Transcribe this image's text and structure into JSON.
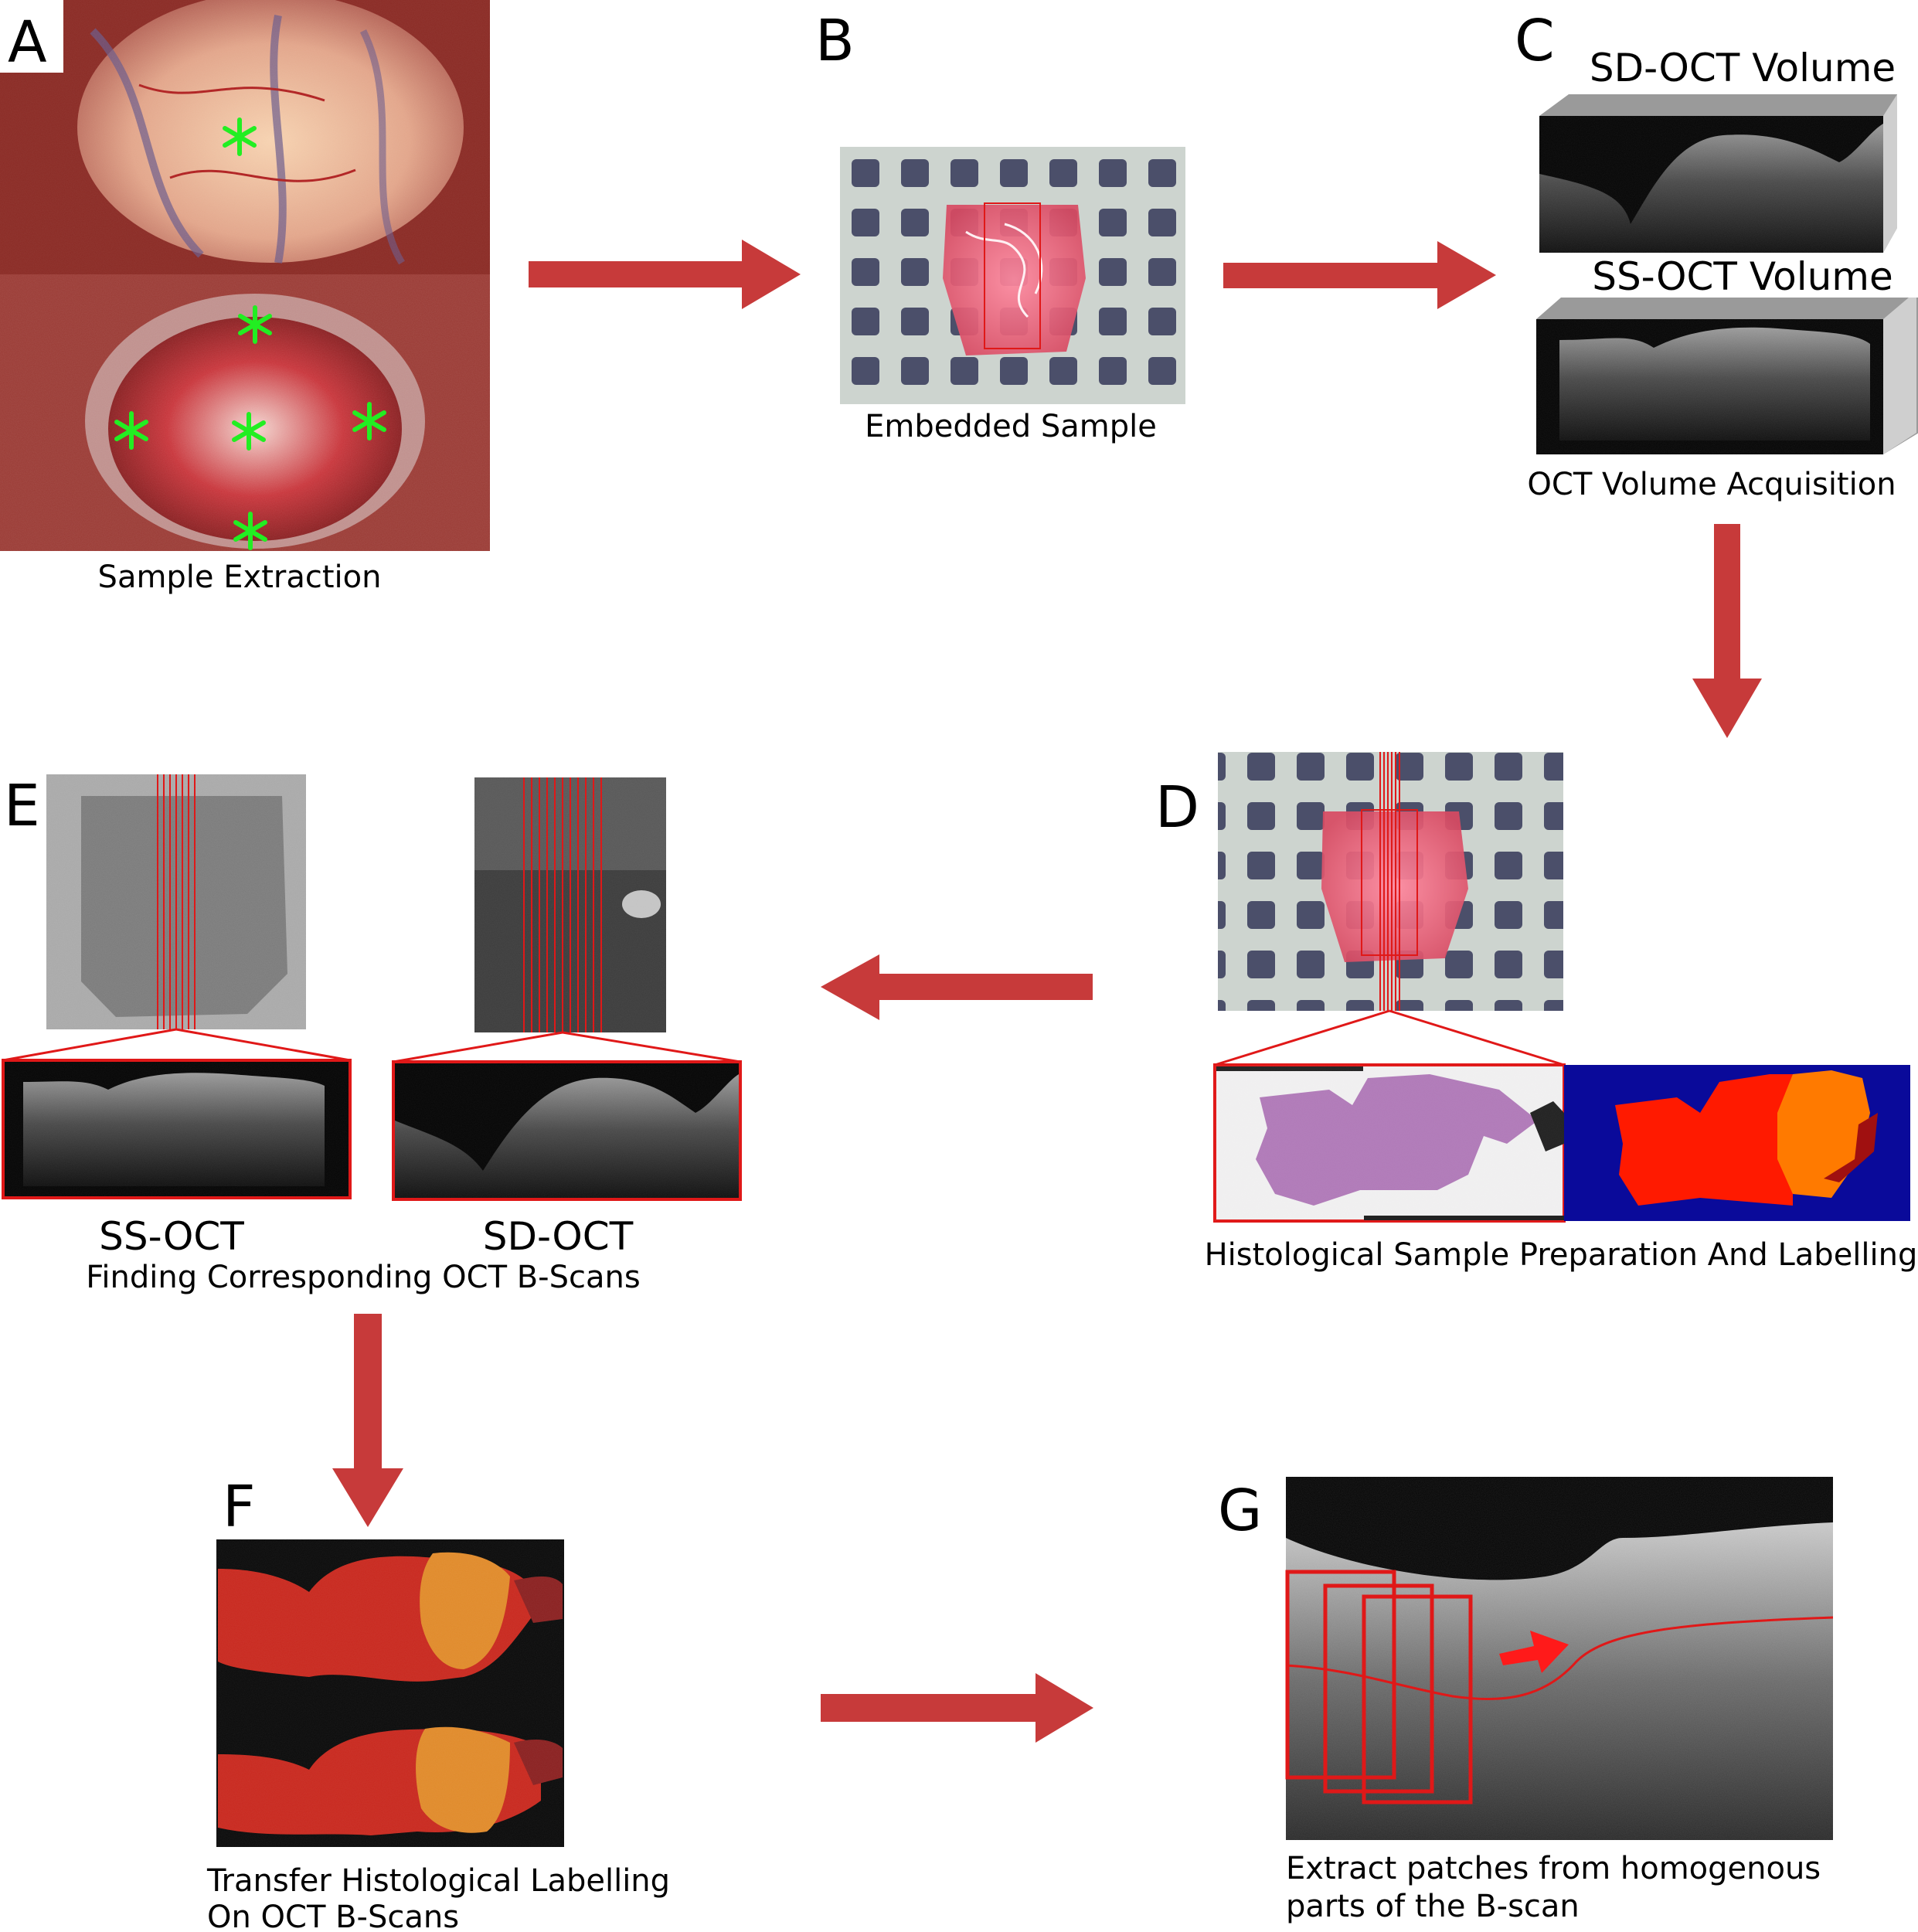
{
  "panels": {
    "a": {
      "label": "A",
      "caption": "Sample Extraction"
    },
    "b": {
      "label": "B",
      "caption": "Embedded Sample"
    },
    "c": {
      "label": "C",
      "title_sd": "SD-OCT Volume",
      "title_ss": "SS-OCT Volume",
      "caption": "OCT Volume Acquisition"
    },
    "d": {
      "label": "D",
      "caption": "Histological Sample Preparation And Labelling"
    },
    "e": {
      "label": "E",
      "label_ss": "SS-OCT",
      "label_sd": "SD-OCT",
      "caption": "Finding Corresponding OCT B-Scans"
    },
    "f": {
      "label": "F",
      "caption_line1": "Transfer Histological Labelling",
      "caption_line2": "On OCT B-Scans"
    },
    "g": {
      "label": "G",
      "caption_line1": "Extract patches from homogenous",
      "caption_line2": "parts of the B-scan"
    }
  },
  "colors": {
    "arrow": "#c73a3a",
    "box_red": "#e01818",
    "marker_green": "#22ee22",
    "label_red": "#ff1a00",
    "label_orange": "#ff7a00",
    "label_darkred": "#a01010",
    "label_bg_blue": "#0a0a9a",
    "he_pink": "#b07ab8"
  }
}
